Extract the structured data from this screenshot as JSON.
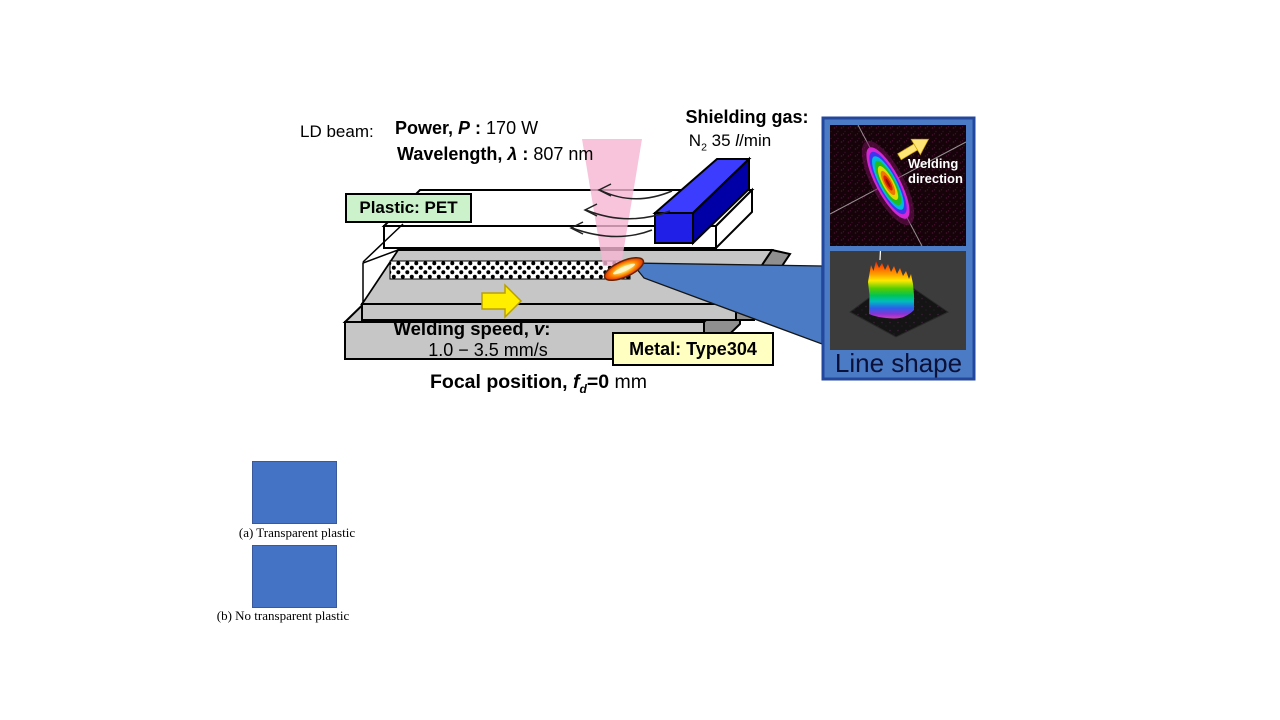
{
  "header": {
    "ld_beam": "LD beam:",
    "power": {
      "label": "Power, ",
      "symbol": "P",
      "colon": " : ",
      "value": "170 W"
    },
    "wavelength": {
      "label": "Wavelength, ",
      "symbol": "λ",
      "colon": " : ",
      "value": "807 nm"
    },
    "shielding": {
      "title": "Shielding gas:",
      "n": "N",
      "sub": "2",
      "mid": " 35 ",
      "unit_l": "l",
      "rest": "/min"
    }
  },
  "setup": {
    "plastic_label": "Plastic: PET",
    "metal_label": "Metal: Type304",
    "welding_speed": {
      "label": "Welding speed, ",
      "symbol": "v",
      "colon": ":",
      "value": "1.0 − 3.5 mm/s"
    },
    "focal": {
      "label": "Focal position, ",
      "symbol": "f",
      "sub": "d",
      "value": "=0",
      "unit": " mm"
    }
  },
  "panel": {
    "welding_direction": {
      "line1": "Welding",
      "line2": "direction"
    },
    "caption": "Line shape"
  },
  "figures": {
    "a_label": "(a) Transparent plastic",
    "b_label": "(b) No transparent plastic"
  },
  "colors": {
    "panel_blue": "#4a7bc4",
    "figure_blue": "#4472c4",
    "nozzle_front": "#1f1fe8",
    "nozzle_top": "#3c3cff",
    "nozzle_side": "#0000a6",
    "plate_gray": "#c6c6c6",
    "plate_gray_dark": "#8f8f8f",
    "beam_pink": "#f5b5d2",
    "speed_arrow_yellow": "#ffee00",
    "plastic_box_bg": "#ccf2cc",
    "metal_box_bg": "#ffffc2",
    "weld_spot_orange": "#ff8a00"
  }
}
